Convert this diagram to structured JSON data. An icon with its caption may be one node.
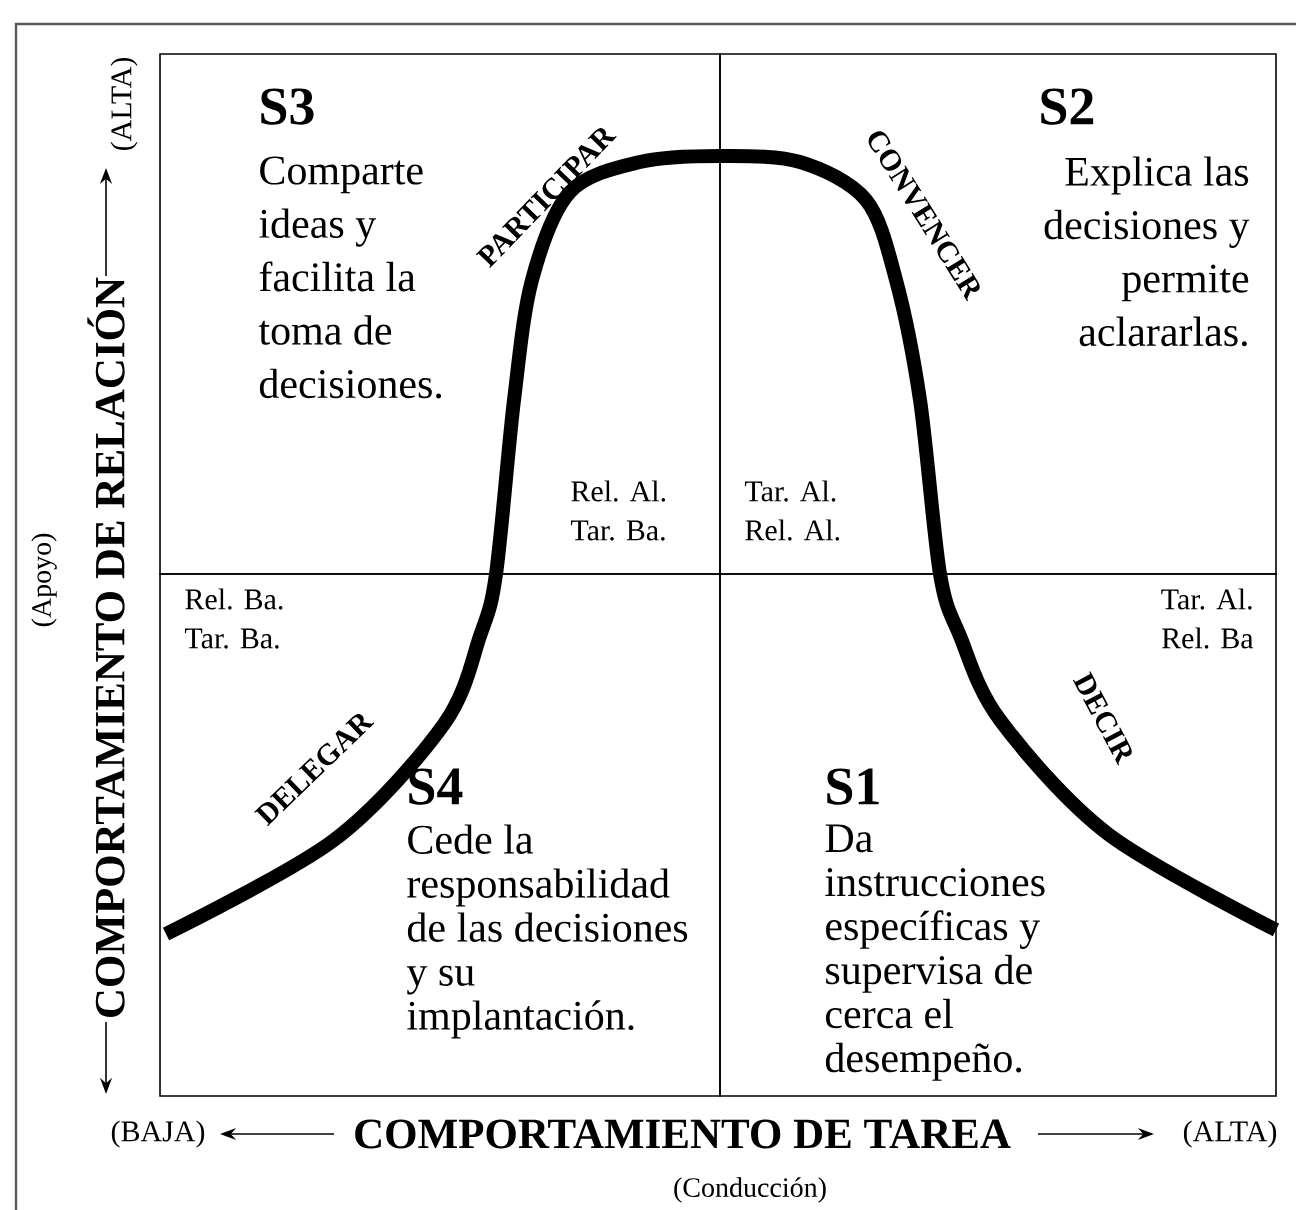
{
  "diagram": {
    "nodes": [
      {
        "text": [
          "S3",
          "Comparte ideas y facilita la toma de decisiones.",
          "Rel. Al. Tar. Ba."
        ]
      },
      {
        "text": [
          "S2",
          "Explica las decisiones y permite aclararlas.",
          "Tar. Al. Rel. Al."
        ]
      },
      {
        "text": [
          "S4",
          "Cede la responsabilidad de las decisiones y su implantación.",
          "Rel. Ba. Tar. Ba."
        ]
      },
      {
        "text": [
          "S1",
          "Da instrucciones específicas y supervisa de cerca el desempeño.",
          "Tar. Al. Rel. Ba"
        ]
      }
    ],
    "labels": [
      "(ALTA)",
      "COMPORTAMIENTO DE RELACIÓN",
      "(Apoyo)",
      "PARTICIPAR",
      "CONVENCER",
      "DELEGAR",
      "DECIR",
      "(BAJA)",
      "COMPORTAMIENTO DE TAREA",
      "(ALTA)",
      "(Conducción)"
    ]
  }
}
